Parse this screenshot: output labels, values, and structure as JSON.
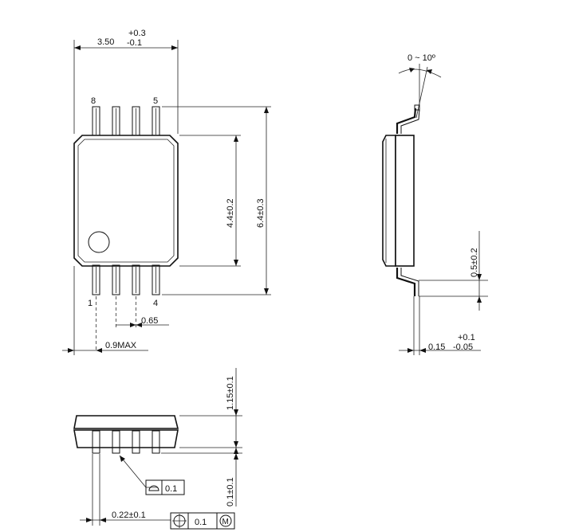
{
  "top_view": {
    "width_dim": {
      "nominal": "3.50",
      "tol_plus": "+0.3",
      "tol_minus": "-0.1"
    },
    "pin_labels": {
      "top_left": "8",
      "top_right": "5",
      "bottom_left": "1",
      "bottom_right": "4"
    },
    "body_length": "4.4±0.2",
    "overall_length": "6.4±0.3",
    "pitch": "0.65",
    "max_offset": "0.9MAX"
  },
  "side_view": {
    "angle": "0 ~ 10º",
    "lead_height": "0.5±0.2",
    "lead_thickness": {
      "nominal": "0.15",
      "tol_plus": "+0.1",
      "tol_minus": "-0.05"
    }
  },
  "front_view": {
    "height": "1.15±0.1",
    "standoff": "0.1±0.1",
    "lead_width": "0.22±0.1",
    "flatness": "0.1",
    "position_tol": "0.1",
    "modifier": "M"
  }
}
